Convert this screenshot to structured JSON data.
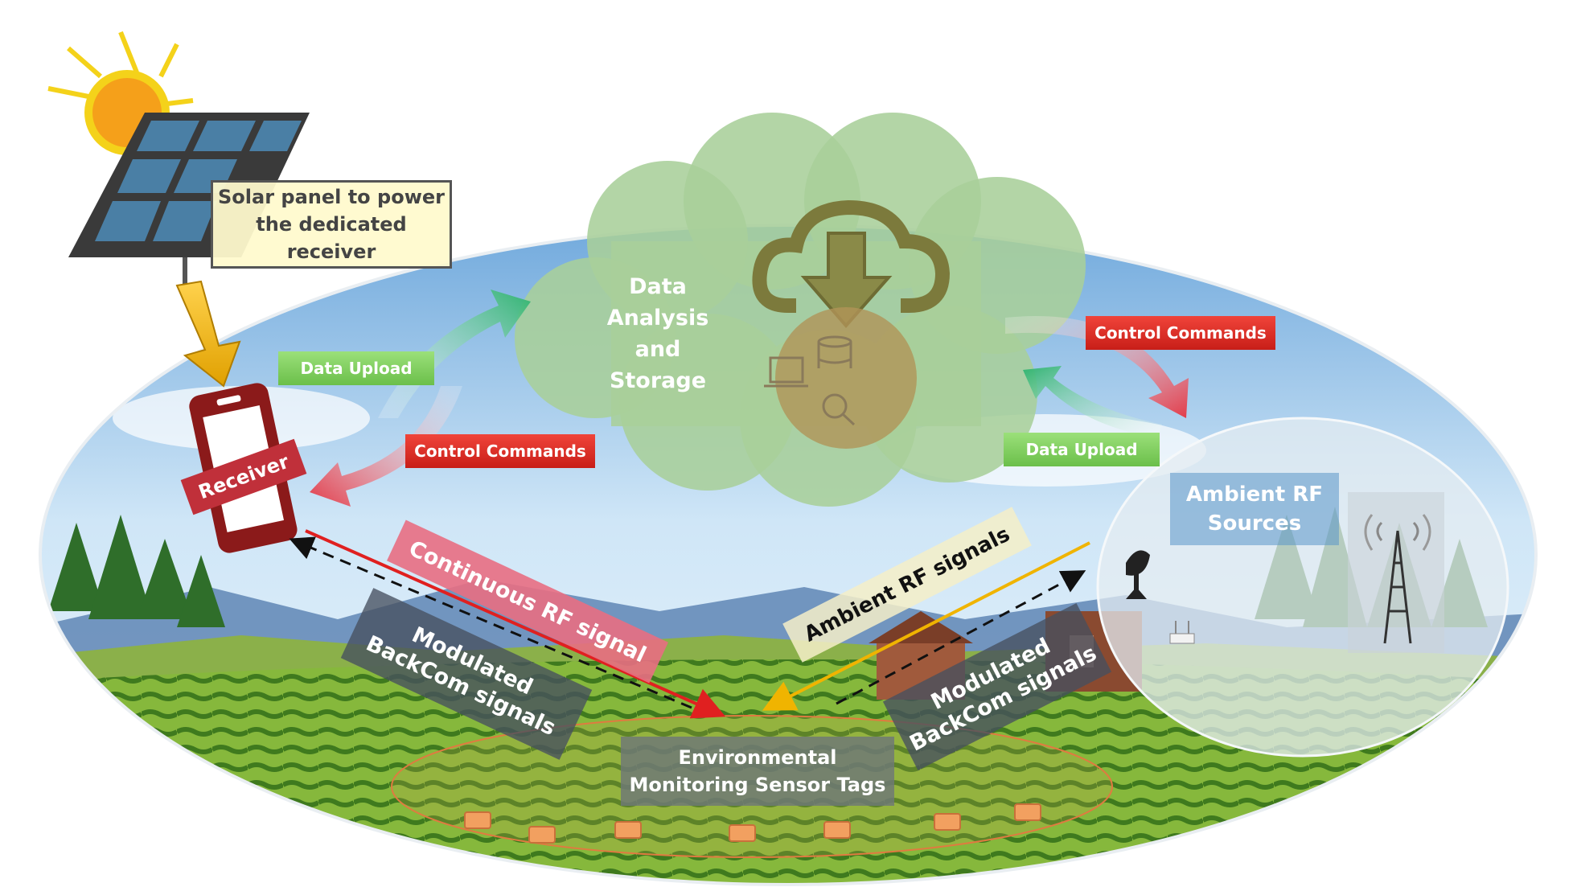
{
  "solar": {
    "line1": "Solar panel to power",
    "line2": "the dedicated receiver"
  },
  "cloud": {
    "title": "Data\nAnalysis\nand\nStorage"
  },
  "left_link": {
    "upload": "Data Upload",
    "commands": "Control Commands"
  },
  "right_link": {
    "upload": "Data Upload",
    "commands": "Control Commands"
  },
  "receiver": {
    "label": "Receiver"
  },
  "signals": {
    "continuous": "Continuous RF signal",
    "modulated_left_1": "Modulated",
    "modulated_left_2": "BackCom signals",
    "ambient": "Ambient RF signals",
    "modulated_right_1": "Modulated",
    "modulated_right_2": "BackCom signals"
  },
  "ambient_sources": {
    "label": "Ambient RF\nSources"
  },
  "sensors": {
    "label": "Environmental\nMonitoring Sensor Tags",
    "count": 7
  },
  "colors": {
    "sky": "#cfe6f7",
    "field": "#7fb23a",
    "cloud": "#a9cf9a",
    "receiver": "#8b1a1a",
    "continuous_arrow": "#e02020",
    "ambient_arrow": "#f0b400",
    "upload_arrow": "#3bb87a",
    "command_arrow": "#e8404a"
  }
}
